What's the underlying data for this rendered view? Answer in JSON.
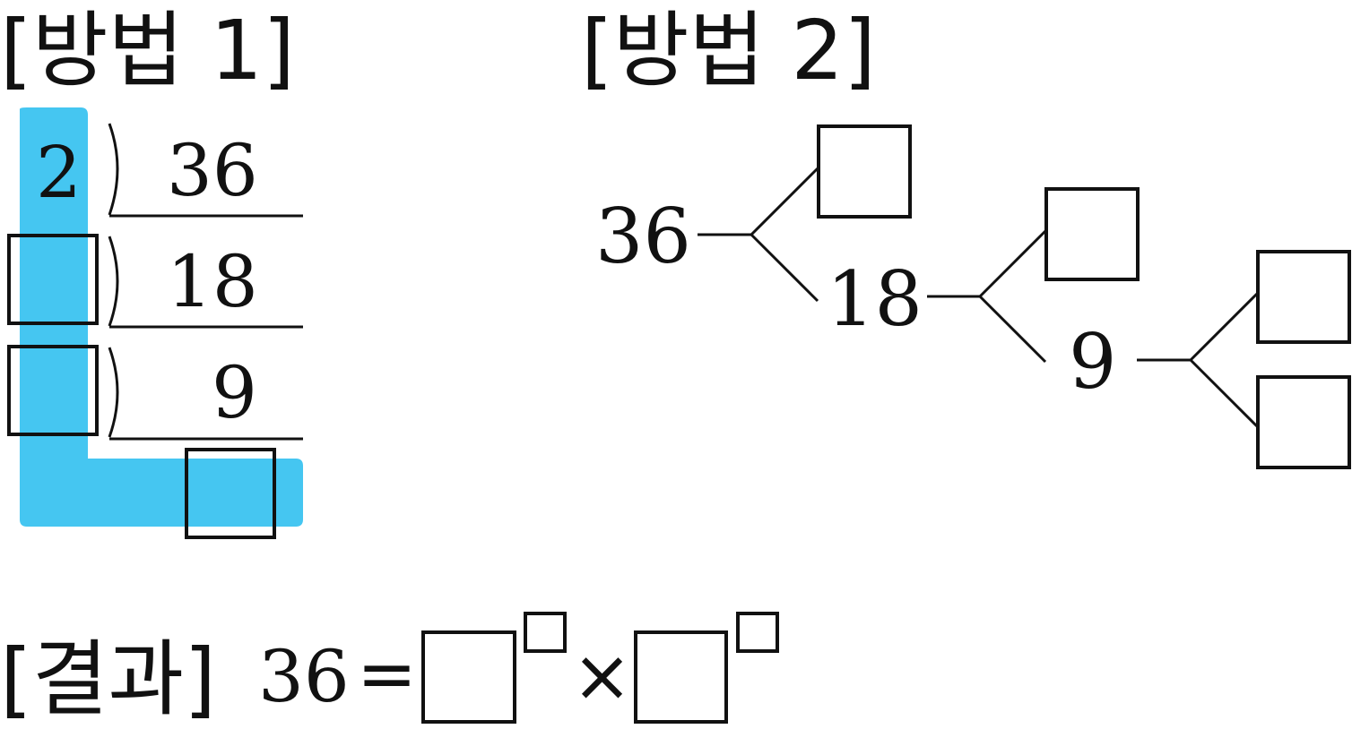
{
  "method1": {
    "title": "[방법 1]",
    "divisor": "2",
    "dividends": [
      "36",
      "18",
      "9"
    ]
  },
  "method2": {
    "title": "[방법 2]",
    "nodes": [
      "36",
      "18",
      "9"
    ]
  },
  "result": {
    "label": "[결과]",
    "number": "36",
    "equals": "=",
    "times": "×"
  },
  "colors": {
    "highlight": "#45c6f1",
    "ink": "#111111"
  }
}
